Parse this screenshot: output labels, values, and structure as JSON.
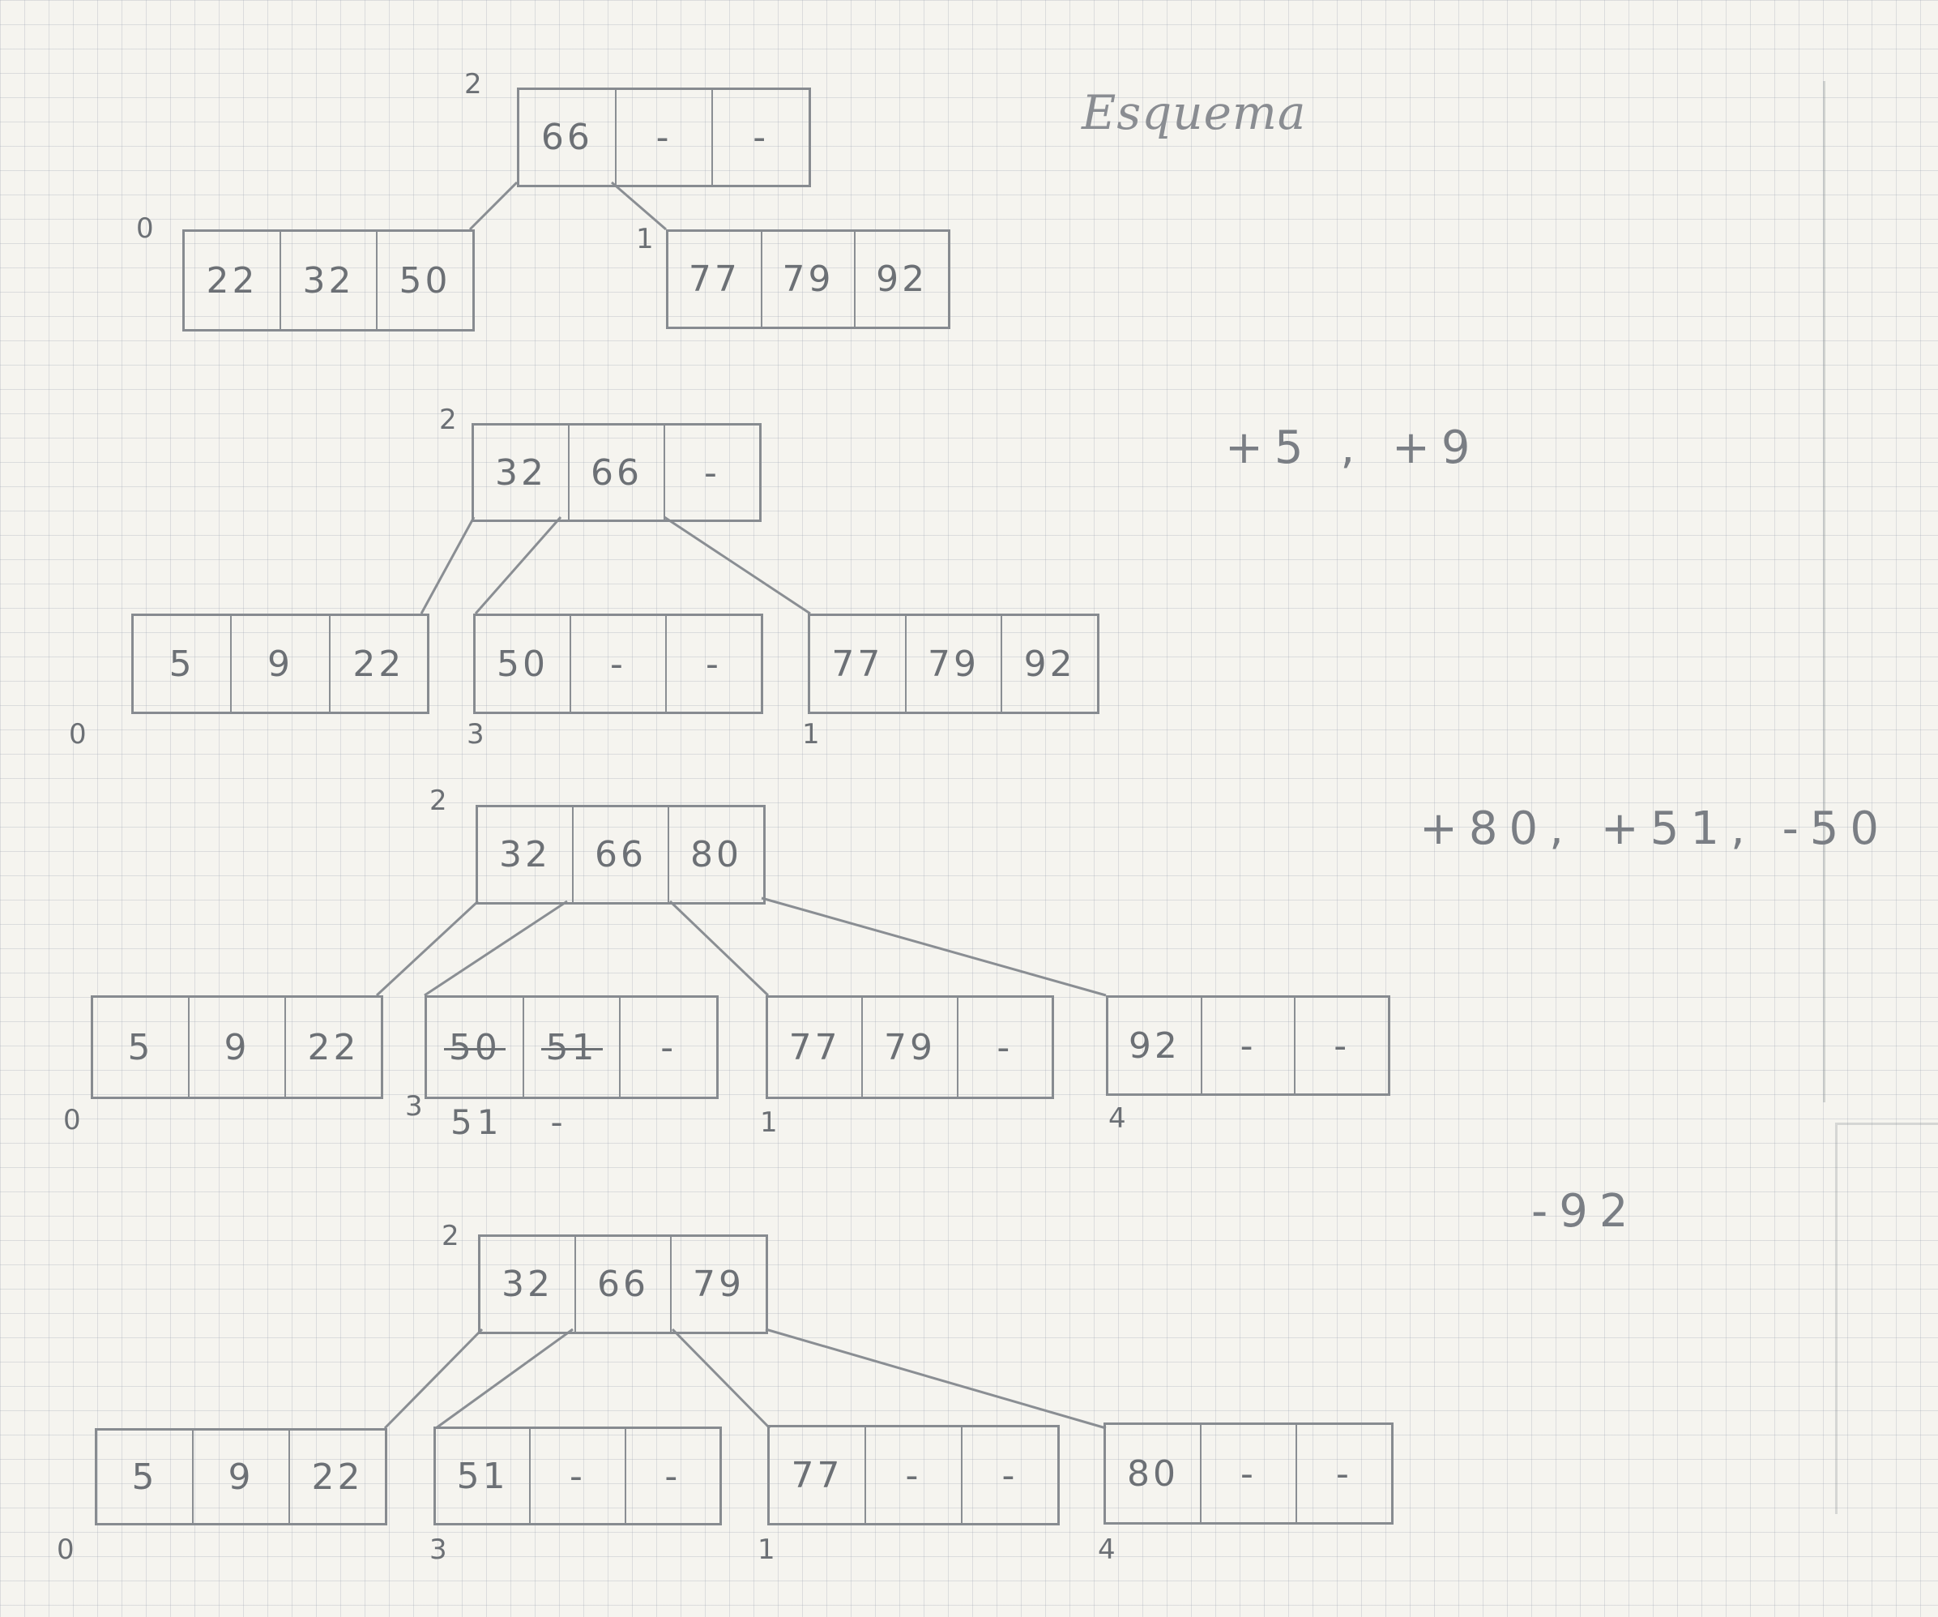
{
  "title": "Esquema",
  "diagrams": [
    {
      "root": {
        "id": "2",
        "keys": [
          "66",
          "-",
          "-"
        ]
      },
      "children": [
        {
          "id": "0",
          "keys": [
            "22",
            "32",
            "50"
          ]
        },
        {
          "id": "1",
          "keys": [
            "77",
            "79",
            "92"
          ]
        }
      ],
      "operation": "+5 , +9"
    },
    {
      "root": {
        "id": "2",
        "keys": [
          "32",
          "66",
          "-"
        ]
      },
      "children": [
        {
          "id": "0",
          "keys": [
            "5",
            "9",
            "22"
          ]
        },
        {
          "id": "3",
          "keys": [
            "50",
            "-",
            "-"
          ]
        },
        {
          "id": "1",
          "keys": [
            "77",
            "79",
            "92"
          ]
        }
      ],
      "operation": "+80, +51, -50"
    },
    {
      "root": {
        "id": "2",
        "keys": [
          "32",
          "66",
          "80"
        ]
      },
      "children": [
        {
          "id": "0",
          "keys": [
            "5",
            "9",
            "22"
          ]
        },
        {
          "id": "3",
          "keys": [
            "50",
            "51",
            "-"
          ],
          "struck": [
            true,
            true,
            false
          ],
          "note": "51   -"
        },
        {
          "id": "1",
          "keys": [
            "77",
            "79",
            "-"
          ]
        },
        {
          "id": "4",
          "keys": [
            "92",
            "-",
            "-"
          ]
        }
      ],
      "operation": "-92"
    },
    {
      "root": {
        "id": "2",
        "keys": [
          "32",
          "66",
          "79"
        ]
      },
      "children": [
        {
          "id": "0",
          "keys": [
            "5",
            "9",
            "22"
          ]
        },
        {
          "id": "3",
          "keys": [
            "51",
            "-",
            "-"
          ]
        },
        {
          "id": "1",
          "keys": [
            "77",
            "-",
            "-"
          ]
        },
        {
          "id": "4",
          "keys": [
            "80",
            "-",
            "-"
          ]
        }
      ],
      "operation": ""
    }
  ]
}
